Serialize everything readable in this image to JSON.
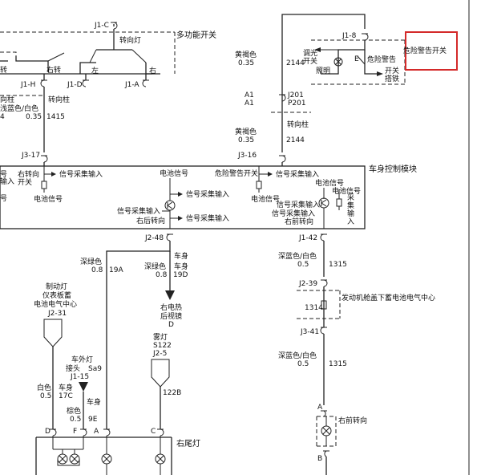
{
  "multifunction_switch": {
    "title": "多功能开关",
    "connector_top": "J1-C",
    "turn_signal": "转向灯",
    "pin_h": "J1-H",
    "pin_d": "J1-D",
    "pin_a": "J1-A",
    "left_turn_cut": "转",
    "right_turn": "右转",
    "left": "左",
    "right": "右"
  },
  "left_wire": {
    "label1": "向柱",
    "label2": "浅蓝色/白色",
    "gauge": "0.35",
    "gauge_cut": "4",
    "circuit": "1415",
    "column": "转向柱"
  },
  "hazard_switch": {
    "connector": "J1-8",
    "title": "危险警告开关",
    "dimmer1": "调光",
    "dimmer2": "开关",
    "lighting": "照明",
    "hazard": "危险警告",
    "switch_ground1": "开关",
    "switch_ground2": "搭铁",
    "e_mark": "E"
  },
  "hazard_wire": {
    "color_top": "黄褐色",
    "gauge_top": "0.35",
    "circuit_top": "2144",
    "conn_a1_j": "A1",
    "conn_j201": "J201",
    "conn_a1_p": "A1",
    "conn_p201": "P201",
    "column": "转向柱",
    "color_bottom": "黄褐色",
    "gauge_bottom": "0.35",
    "circuit_bottom": "2144"
  },
  "bcm": {
    "title": "车身控制模块",
    "pin_j3_17": "J3-17",
    "pin_j3_16": "J3-16",
    "pin_j2_48": "J2-48",
    "pin_j1_42": "J1-42",
    "right_turn_switch1": "右转向",
    "right_turn_switch2": "开关",
    "signal_input": "信号采集输入",
    "battery_signal": "电池信号",
    "hazard_switch": "危险警告开关",
    "right_rear_turn": "右后转向",
    "right_front_turn": "右前转向",
    "cut_mark": "号",
    "cut_mark2": "输入",
    "cut_mark3": "号",
    "collect1": "采",
    "collect2": "集",
    "collect3": "输",
    "collect4": "入"
  },
  "wires_lower": {
    "dk_green": "深绿色",
    "gauge_08a": "0.8",
    "circuit_19a": "19A",
    "body_a": "车身",
    "dk_green2": "深绿色",
    "gauge_08b": "0.8",
    "circuit_19d": "19D",
    "body_b": "车身",
    "heated_mirror1": "右电热",
    "heated_mirror2": "后视镜",
    "heated_mirror_pin": "D",
    "dk_blue": "深蓝色/白色",
    "gauge_05a": "0.5",
    "circuit_1315a": "1315",
    "pin_j2_39": "J2-39",
    "pin_1314": "1314",
    "pin_j3_41": "J3-41",
    "underhood": "发动机舱盖下蓄电池电气中心",
    "dk_blue2": "深蓝色/白色",
    "gauge_05b": "0.5",
    "circuit_1315b": "1315",
    "pin_a": "A",
    "pin_b": "B",
    "front_turn": "右前转向"
  },
  "left_lower": {
    "brake1": "制动灯",
    "brake2": "仪表板蓄",
    "brake3": "电池电气中心",
    "brake_pin": "J2-31",
    "ext_light1": "车外灯",
    "ext_light2": "接头",
    "ext_light_sa9": "Sa9",
    "ext_light_pin": "J1-15",
    "white": "白色",
    "gauge_05w": "0.5",
    "body_c": "车身",
    "circuit_17c": "17C",
    "brown": "棕色",
    "gauge_05br": "0.5",
    "circuit_9e": "9E",
    "body_d": "车身",
    "fog1": "雾灯",
    "fog2": "S122",
    "fog_pin": "J2-5",
    "circuit_122b": "122B",
    "tail": "右尾灯",
    "pin_d": "D",
    "pin_f": "F",
    "pin_a": "A",
    "pin_c": "C"
  }
}
